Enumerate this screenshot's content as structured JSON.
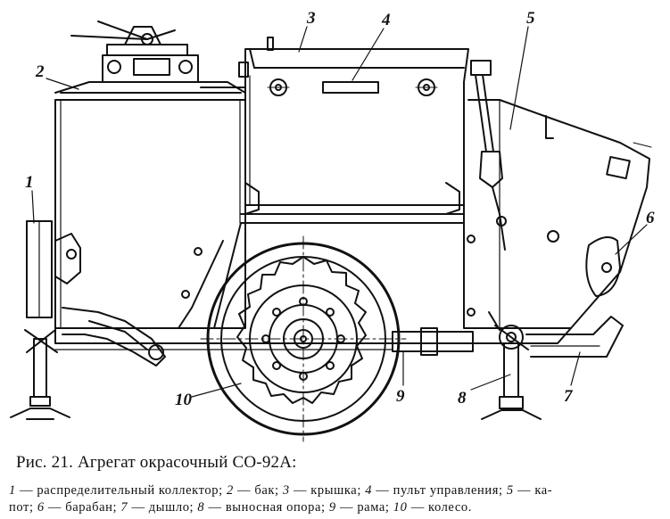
{
  "callouts": {
    "c1": "1",
    "c2": "2",
    "c3": "3",
    "c4": "4",
    "c5": "5",
    "c6": "6",
    "c7": "7",
    "c8": "8",
    "c9": "9",
    "c10": "10"
  },
  "caption": {
    "title": "Рис. 21. Агрегат окрасочный СО-92А:",
    "legend_line1": [
      {
        "n": "1",
        "t": " — распределительный коллектор; "
      },
      {
        "n": "2",
        "t": " — бак; "
      },
      {
        "n": "3",
        "t": " — крышка; "
      },
      {
        "n": "4",
        "t": " — пульт управления; "
      },
      {
        "n": "5",
        "t": " — ка-"
      }
    ],
    "legend_line2": [
      {
        "n": "",
        "t": "пот; "
      },
      {
        "n": "6",
        "t": " — барабан; "
      },
      {
        "n": "7",
        "t": " — дышло; "
      },
      {
        "n": "8",
        "t": " — выносная опора; "
      },
      {
        "n": "9",
        "t": " — рама; "
      },
      {
        "n": "10",
        "t": " — колесо."
      }
    ]
  }
}
